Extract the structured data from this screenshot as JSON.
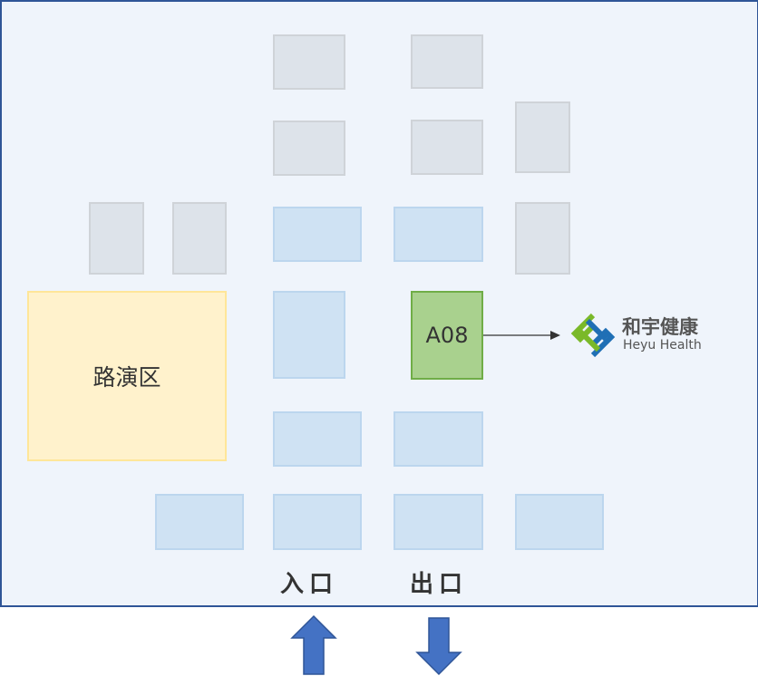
{
  "stage_label": "路演区",
  "booth_label": "A08",
  "entrance_label": "入口",
  "exit_label": "出口",
  "logo": {
    "cn": "和宇健康",
    "en": "Heyu Health"
  },
  "colors": {
    "frame": "#2f5597",
    "arrow": "#4472c4",
    "booth": "#a9d18e",
    "stage": "#fff2cc"
  }
}
